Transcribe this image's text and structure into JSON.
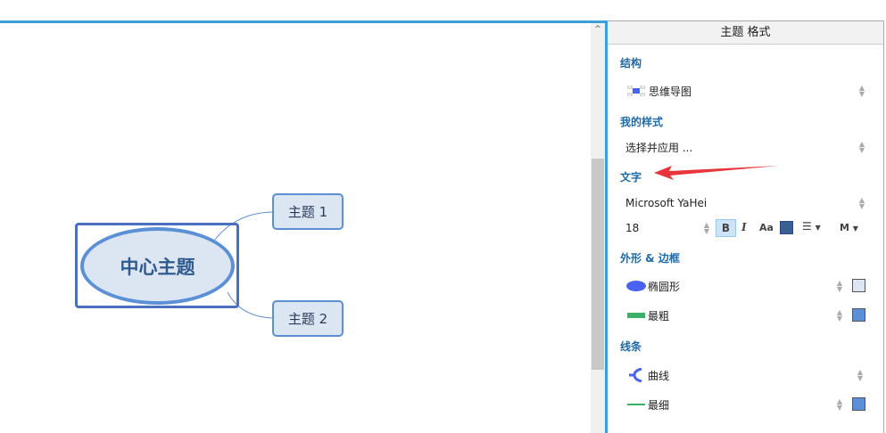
{
  "panel": {
    "title": "主题 格式",
    "structure": {
      "heading": "结构",
      "value": "思维导图"
    },
    "my_style": {
      "heading": "我的样式",
      "value": "选择并应用 ..."
    },
    "text": {
      "heading": "文字",
      "font": "Microsoft YaHei",
      "size": "18",
      "bold": "B",
      "italic": "I",
      "case": "Aa",
      "align_menu": "M",
      "color": "#3a5f95"
    },
    "shape": {
      "heading": "外形 & 边框",
      "shape": "椭圆形",
      "border": "最粗",
      "fill_color": "#dce6f3",
      "border_color": "#5b8fd6"
    },
    "lines": {
      "heading": "线条",
      "style": "曲线",
      "width": "最细",
      "color": "#5b8fd6"
    }
  },
  "map": {
    "central": "中心主题",
    "topics": [
      "主题 1",
      "主题 2"
    ]
  },
  "accent": "#3aa0d8"
}
